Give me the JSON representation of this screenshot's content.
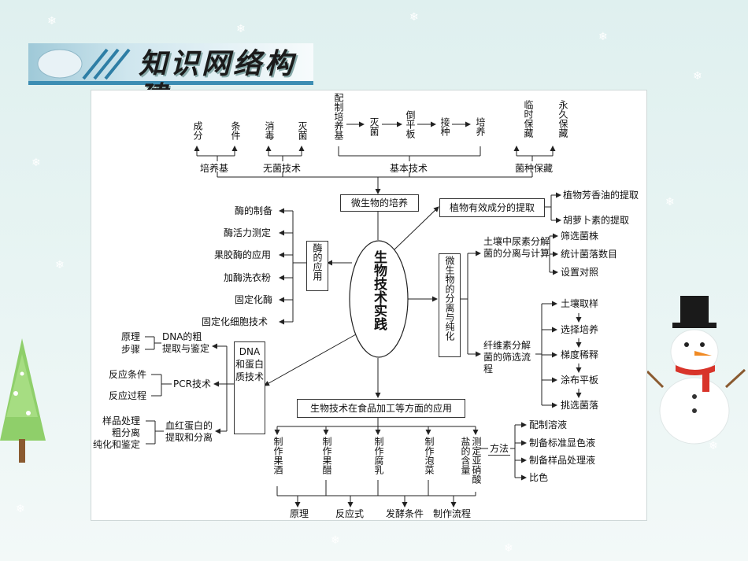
{
  "banner": {
    "title": "知识网络构建"
  },
  "center": "生物技术实践",
  "top": {
    "groups": [
      {
        "label": "培养基",
        "children": [
          "成分",
          "条件"
        ]
      },
      {
        "label": "无菌技术",
        "children": [
          "消毒",
          "灭菌"
        ]
      },
      {
        "label": "基本技术",
        "steps": [
          "配制培养基",
          "灭菌",
          "倒平板",
          "接种",
          "培养"
        ]
      },
      {
        "label": "菌种保藏",
        "children": [
          "临时保藏",
          "永久保藏"
        ]
      }
    ],
    "box": "微生物的培养"
  },
  "plant": {
    "box": "植物有效成分的提取",
    "items": [
      "植物芳香油的提取",
      "胡萝卜素的提取"
    ]
  },
  "enzyme": {
    "box": "酶的应用",
    "items": [
      "酶的制备",
      "酶活力测定",
      "果胶酶的应用",
      "加酶洗衣粉",
      "固定化酶",
      "固定化细胞技术"
    ]
  },
  "micro": {
    "box": "微生物的分离与纯化",
    "soil": {
      "label": "土壤中尿素分解菌的分离与计算",
      "items": [
        "筛选菌株",
        "统计菌落数目",
        "设置对照"
      ]
    },
    "cellulose": {
      "label": "纤维素分解菌的筛选流程",
      "items": [
        "土壤取样",
        "选择培养",
        "梯度稀释",
        "涂布平板",
        "挑选菌落"
      ]
    }
  },
  "dna": {
    "box": "DNA和蛋白质技术",
    "groups": [
      {
        "label": "DNA的粗提取与鉴定",
        "items": [
          "原理",
          "步骤"
        ]
      },
      {
        "label": "PCR技术",
        "items": [
          "反应条件",
          "反应过程"
        ]
      },
      {
        "label": "血红蛋白的提取和分离",
        "items": [
          "样品处理",
          "粗分离",
          "纯化和鉴定"
        ]
      }
    ]
  },
  "food": {
    "box": "生物技术在食品加工等方面的应用",
    "items": [
      "制作果酒",
      "制作果醋",
      "制作腐乳",
      "制作泡菜",
      "测定亚硝酸盐的含量"
    ],
    "bottom": [
      "原理",
      "反应式",
      "发酵条件",
      "制作流程"
    ],
    "method": {
      "label": "方法",
      "items": [
        "配制溶液",
        "制备标准显色液",
        "制备样品处理液",
        "比色"
      ]
    }
  }
}
